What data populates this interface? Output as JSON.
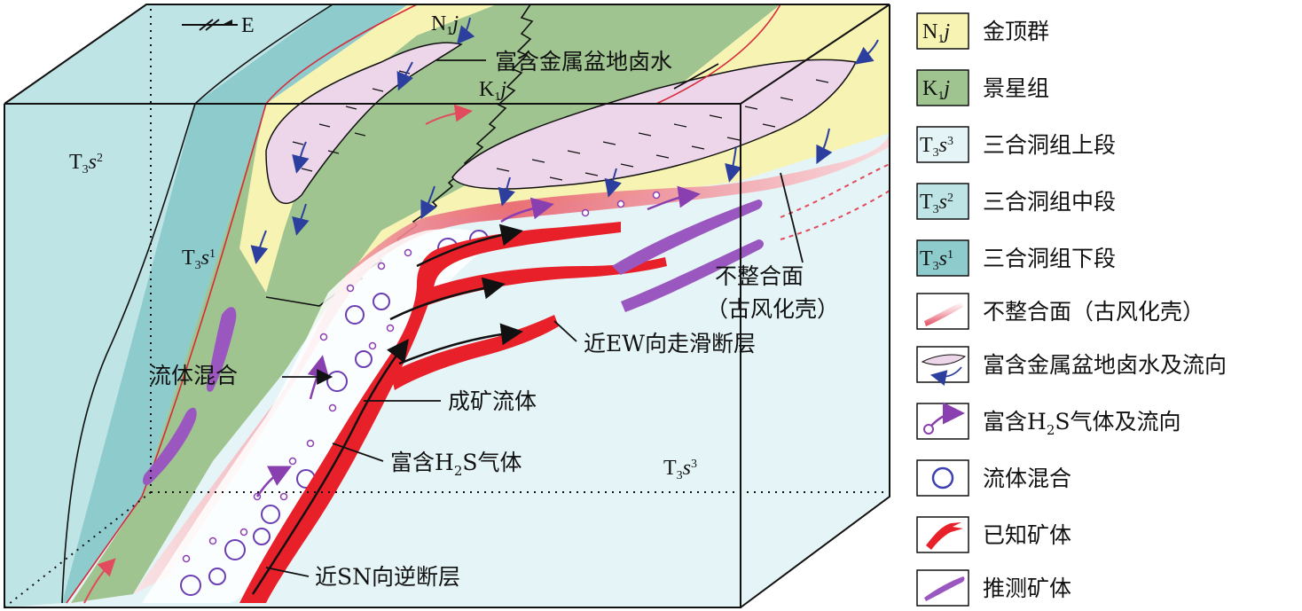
{
  "diagram": {
    "orientation_label": "E",
    "labels": {
      "n1j": {
        "main": "N",
        "sub": "1",
        "tail": "j"
      },
      "k1j": {
        "main": "K",
        "sub": "1",
        "tail": "j"
      },
      "t3s2": {
        "main": "T",
        "sub": "3",
        "tail": "s",
        "sup": "2"
      },
      "t3s1": {
        "main": "T",
        "sub": "3",
        "tail": "s",
        "sup": "1"
      },
      "t3s3": {
        "main": "T",
        "sub": "3",
        "tail": "s",
        "sup": "3"
      },
      "brine": "富含金属盆地卤水",
      "unconformity_1": "不整合面",
      "unconformity_2": "（古风化壳）",
      "ew_fault": "近EW向走滑断层",
      "fluid_mixing": "流体混合",
      "ore_fluid": "成矿流体",
      "h2s_gas_prefix": "富含H",
      "h2s_gas_sub": "2",
      "h2s_gas_suffix": "S气体",
      "sn_fault": "近SN向逆断层"
    },
    "colors": {
      "formation_n1j": "#f7f3b3",
      "formation_k1j": "#9fc490",
      "formation_t3s3": "#e5f4f6",
      "formation_t3s2": "#bfe4e6",
      "formation_t3s1": "#8dcbcc",
      "brine": "#eed6ea",
      "known_ore": "#e8202a",
      "inferred_ore": "#9a57c0",
      "unconformity": "#e24a5e",
      "blue_arrow": "#2c3f9e",
      "purple_gas": "#8a3fb0"
    }
  },
  "legend": [
    {
      "id": "n1j",
      "code_main": "N",
      "code_sub": "1",
      "code_tail": "j",
      "label": "金顶群"
    },
    {
      "id": "k1j",
      "code_main": "K",
      "code_sub": "1",
      "code_tail": "j",
      "label": "景星组"
    },
    {
      "id": "t3s3",
      "code_main": "T",
      "code_sub": "3",
      "code_tail": "s",
      "code_sup": "3",
      "label": "三合洞组上段"
    },
    {
      "id": "t3s2",
      "code_main": "T",
      "code_sub": "3",
      "code_tail": "s",
      "code_sup": "2",
      "label": "三合洞组中段"
    },
    {
      "id": "t3s1",
      "code_main": "T",
      "code_sub": "3",
      "code_tail": "s",
      "code_sup": "1",
      "label": "三合洞组下段"
    },
    {
      "id": "unconformity",
      "label": "不整合面（古风化壳）"
    },
    {
      "id": "brine",
      "label": "富含金属盆地卤水及流向"
    },
    {
      "id": "h2s",
      "label_prefix": "富含H",
      "label_sub": "2",
      "label_suffix": "S气体及流向"
    },
    {
      "id": "mixing",
      "label": "流体混合"
    },
    {
      "id": "known_ore",
      "label": "已知矿体"
    },
    {
      "id": "inferred_ore",
      "label": "推测矿体"
    }
  ]
}
